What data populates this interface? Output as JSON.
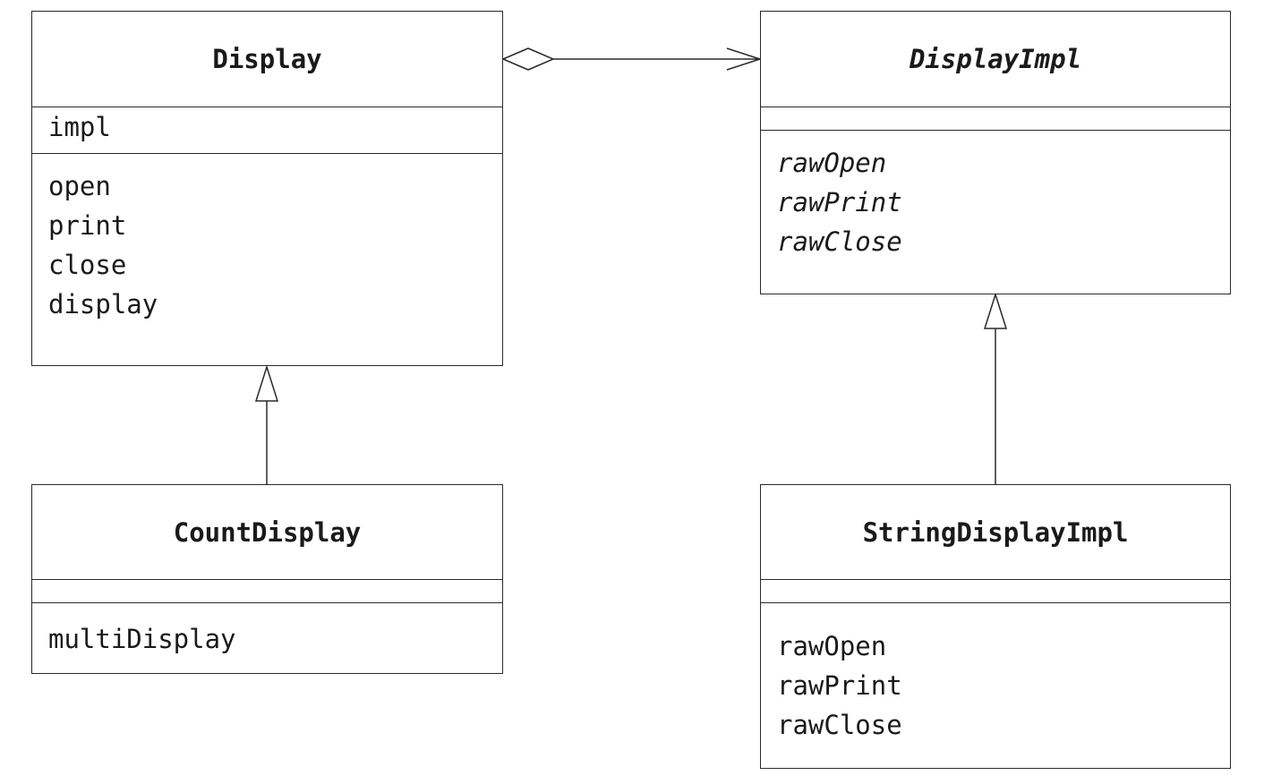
{
  "classes": {
    "display": {
      "name": "Display",
      "attributes": [
        "impl"
      ],
      "operations": [
        "open",
        "print",
        "close",
        "display"
      ]
    },
    "display_impl": {
      "name": "DisplayImpl",
      "abstract": true,
      "attributes": [],
      "operations": [
        "rawOpen",
        "rawPrint",
        "rawClose"
      ]
    },
    "count_display": {
      "name": "CountDisplay",
      "attributes": [],
      "operations": [
        "multiDisplay"
      ]
    },
    "string_display_impl": {
      "name": "StringDisplayImpl",
      "attributes": [],
      "operations": [
        "rawOpen",
        "rawPrint",
        "rawClose"
      ]
    }
  },
  "relationships": [
    {
      "type": "aggregation",
      "from": "Display",
      "to": "DisplayImpl"
    },
    {
      "type": "generalization",
      "from": "CountDisplay",
      "to": "Display"
    },
    {
      "type": "generalization",
      "from": "StringDisplayImpl",
      "to": "DisplayImpl"
    }
  ],
  "colors": {
    "line": "#2a2a2a",
    "background": "#ffffff"
  }
}
